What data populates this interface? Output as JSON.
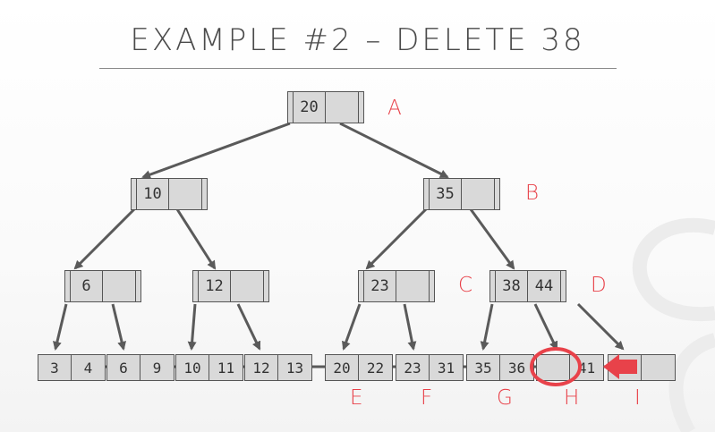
{
  "title": "EXAMPLE #2 – DELETE 38",
  "colors": {
    "accent": "#e8424a",
    "node_fill": "#d9d9d9",
    "edge": "#5a5a5a"
  },
  "nodes": {
    "A": {
      "keys": [
        "20",
        ""
      ],
      "label": "A"
    },
    "B": {
      "keys": [
        "35",
        ""
      ],
      "label": "B"
    },
    "root_left": {
      "keys": [
        "10",
        ""
      ]
    },
    "n6": {
      "keys": [
        "6",
        ""
      ]
    },
    "n12": {
      "keys": [
        "12",
        ""
      ]
    },
    "C": {
      "keys": [
        "23",
        ""
      ],
      "label": "C"
    },
    "D": {
      "keys": [
        "38",
        "44"
      ],
      "label": "D"
    }
  },
  "leaves": [
    {
      "keys": [
        "3",
        "4"
      ],
      "label": ""
    },
    {
      "keys": [
        "6",
        "9"
      ],
      "label": ""
    },
    {
      "keys": [
        "10",
        "11"
      ],
      "label": ""
    },
    {
      "keys": [
        "12",
        "13"
      ],
      "label": ""
    },
    {
      "keys": [
        "20",
        "22"
      ],
      "label": "E"
    },
    {
      "keys": [
        "23",
        "31"
      ],
      "label": "F"
    },
    {
      "keys": [
        "35",
        "36"
      ],
      "label": "G"
    },
    {
      "keys": [
        "",
        "41"
      ],
      "label": "H"
    },
    {
      "keys": [
        "",
        ""
      ],
      "label": "I"
    }
  ],
  "icons": [
    "deleted-slot-circle-icon",
    "merge-arrow-icon"
  ]
}
